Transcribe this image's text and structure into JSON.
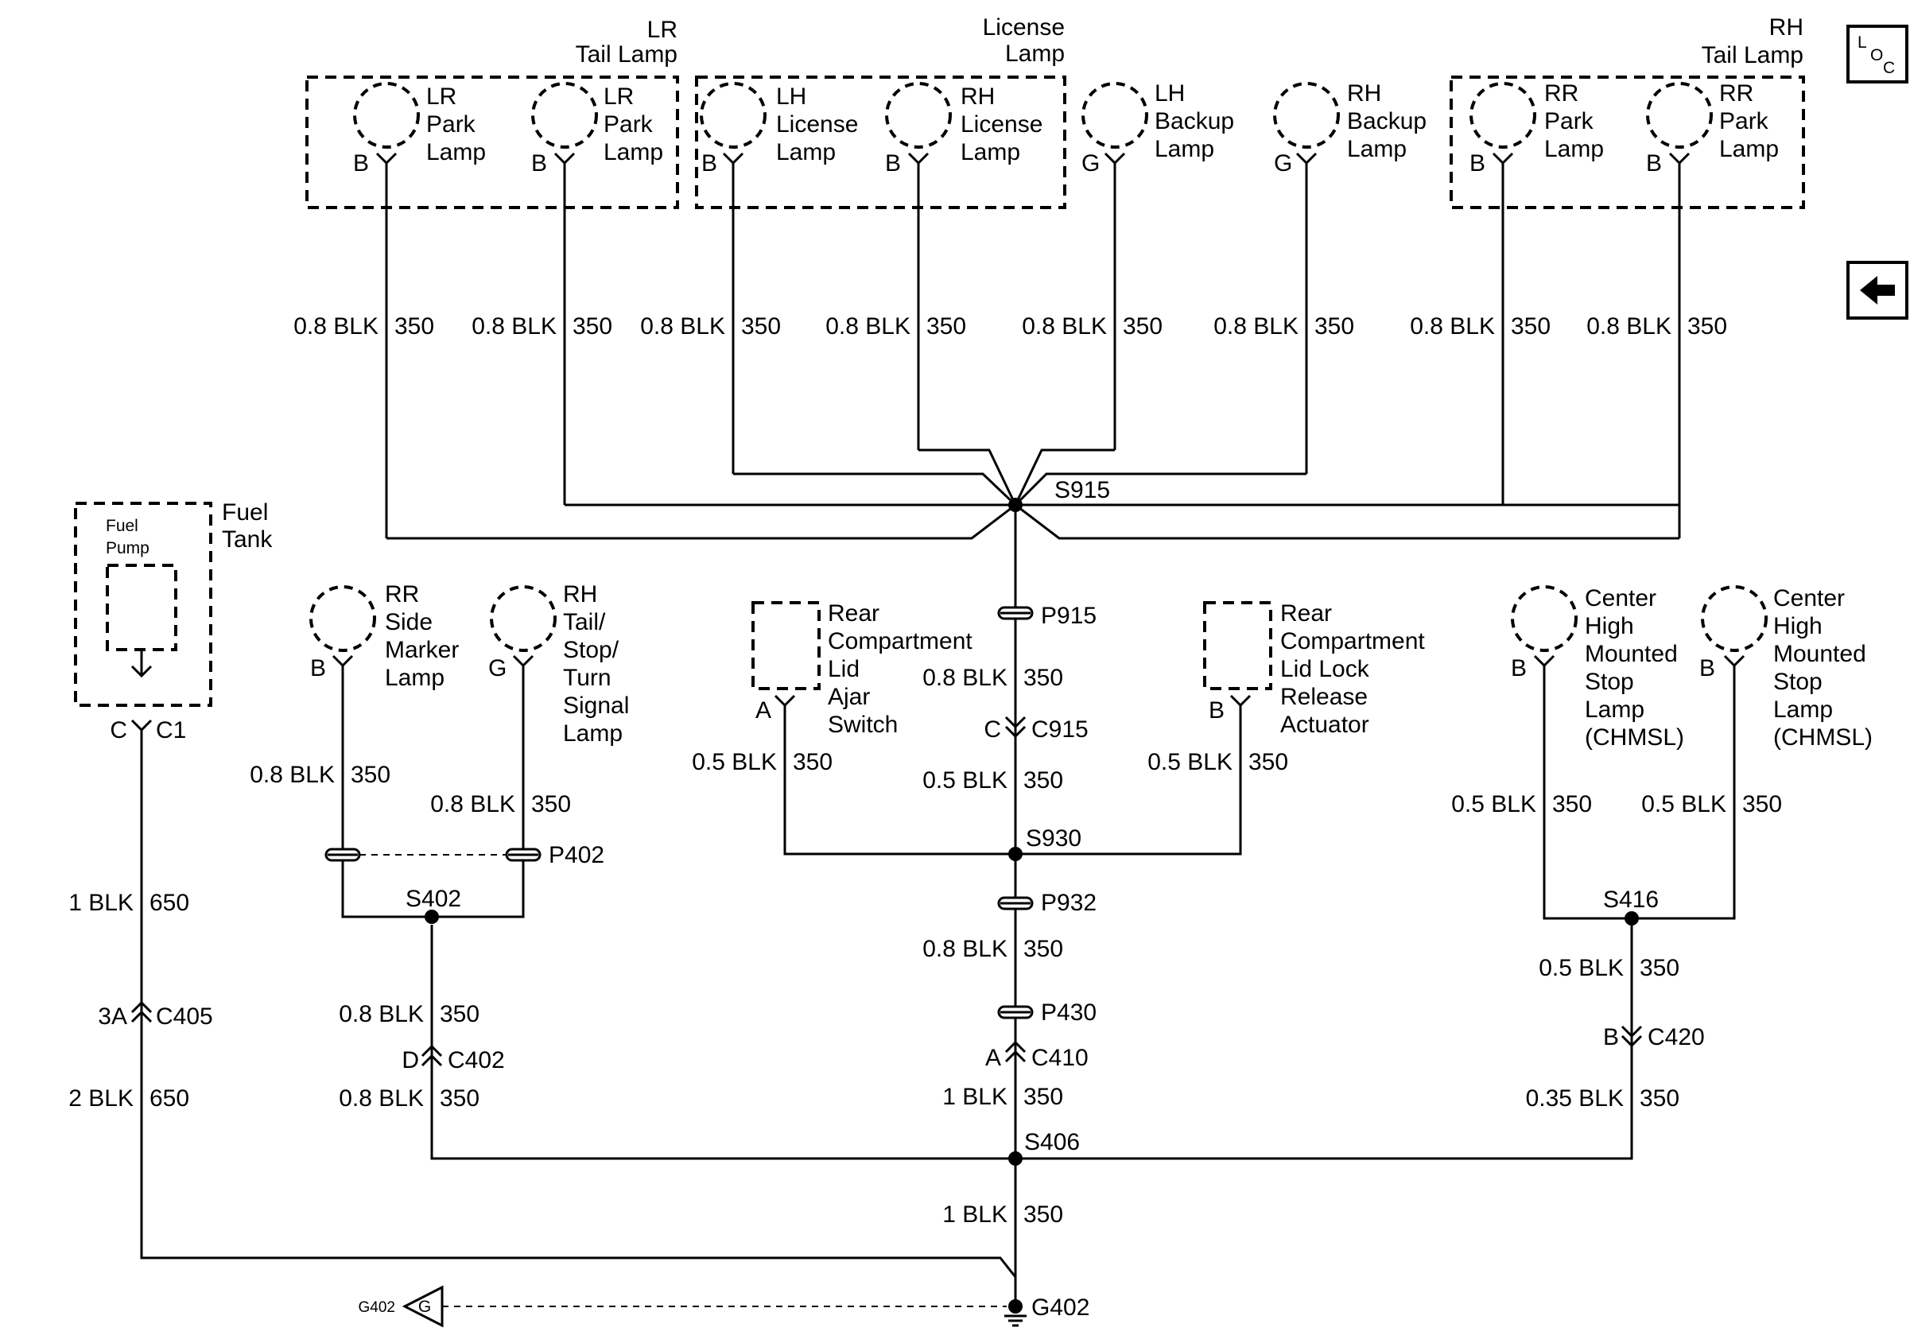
{
  "components": {
    "lr_tail_lamp": {
      "title": [
        "LR",
        "Tail Lamp"
      ]
    },
    "license_lamp": {
      "title": [
        "License",
        "Lamp"
      ]
    },
    "rh_tail_lamp": {
      "title": [
        "RH",
        "Tail Lamp"
      ]
    },
    "lr_park_lamp_1": {
      "label": [
        "LR",
        "Park",
        "Lamp"
      ],
      "pin": "B"
    },
    "lr_park_lamp_2": {
      "label": [
        "LR",
        "Park",
        "Lamp"
      ],
      "pin": "B"
    },
    "lh_license_lamp": {
      "label": [
        "LH",
        "License",
        "Lamp"
      ],
      "pin": "B"
    },
    "rh_license_lamp": {
      "label": [
        "RH",
        "License",
        "Lamp"
      ],
      "pin": "B"
    },
    "lh_backup_lamp": {
      "label": [
        "LH",
        "Backup",
        "Lamp"
      ],
      "pin": "G"
    },
    "rh_backup_lamp": {
      "label": [
        "RH",
        "Backup",
        "Lamp"
      ],
      "pin": "G"
    },
    "rr_park_lamp_1": {
      "label": [
        "RR",
        "Park",
        "Lamp"
      ],
      "pin": "B"
    },
    "rr_park_lamp_2": {
      "label": [
        "RR",
        "Park",
        "Lamp"
      ],
      "pin": "B"
    },
    "fuel_tank": {
      "label": [
        "Fuel",
        "Tank"
      ],
      "pump": [
        "Fuel",
        "Pump"
      ],
      "pin_left": "C",
      "pin_right": "C1"
    },
    "rr_side_marker": {
      "label": [
        "RR",
        "Side",
        "Marker",
        "Lamp"
      ],
      "pin": "B"
    },
    "rh_tail_stop_turn": {
      "label": [
        "RH",
        "Tail/",
        "Stop/",
        "Turn",
        "Signal",
        "Lamp"
      ],
      "pin": "G"
    },
    "rear_comp_ajar_switch": {
      "label": [
        "Rear",
        "Compartment",
        "Lid",
        "Ajar",
        "Switch"
      ],
      "pin": "A"
    },
    "rear_comp_release_actuator": {
      "label": [
        "Rear",
        "Compartment",
        "Lid Lock",
        "Release",
        "Actuator"
      ],
      "pin": "B"
    },
    "chmsl_1": {
      "label": [
        "Center",
        "High",
        "Mounted",
        "Stop",
        "Lamp",
        "(CHMSL)"
      ],
      "pin": "B"
    },
    "chmsl_2": {
      "label": [
        "Center",
        "High",
        "Mounted",
        "Stop",
        "Lamp",
        "(CHMSL)"
      ],
      "pin": "B"
    }
  },
  "wire_labels": {
    "top": [
      "0.8 BLK",
      "0.8 BLK",
      "0.8 BLK",
      "0.8 BLK",
      "0.8 BLK",
      "0.8 BLK",
      "0.8 BLK",
      "0.8 BLK"
    ],
    "top_circuit": "350",
    "fuel_upper": {
      "gauge": "1 BLK",
      "circuit": "650"
    },
    "fuel_lower": {
      "gauge": "2 BLK",
      "circuit": "650"
    },
    "side_marker": {
      "gauge": "0.8 BLK",
      "circuit": "350"
    },
    "tail_stop": {
      "gauge": "0.8 BLK",
      "circuit": "350"
    },
    "s402_down_upper": {
      "gauge": "0.8 BLK",
      "circuit": "350"
    },
    "s402_down_lower": {
      "gauge": "0.8 BLK",
      "circuit": "350"
    },
    "center_p915": {
      "gauge": "0.8 BLK",
      "circuit": "350"
    },
    "center_c915": {
      "gauge": "0.5 BLK",
      "circuit": "350"
    },
    "ajar_switch": {
      "gauge": "0.5 BLK",
      "circuit": "350"
    },
    "release_actuator": {
      "gauge": "0.5 BLK",
      "circuit": "350"
    },
    "center_p932": {
      "gauge": "0.8 BLK",
      "circuit": "350"
    },
    "center_c410": {
      "gauge": "1 BLK",
      "circuit": "350"
    },
    "center_g402": {
      "gauge": "1 BLK",
      "circuit": "350"
    },
    "chmsl_1": {
      "gauge": "0.5 BLK",
      "circuit": "350"
    },
    "chmsl_2": {
      "gauge": "0.5 BLK",
      "circuit": "350"
    },
    "s416_down": {
      "gauge": "0.5 BLK",
      "circuit": "350"
    },
    "c420_down": {
      "gauge": "0.35 BLK",
      "circuit": "350"
    }
  },
  "splices": {
    "s915": "S915",
    "s930": "S930",
    "s402": "S402",
    "s416": "S416",
    "s406": "S406"
  },
  "connectors": {
    "p915": "P915",
    "c915": {
      "pin": "C",
      "name": "C915"
    },
    "p932": "P932",
    "p430": "P430",
    "c410": {
      "pin": "A",
      "name": "C410"
    },
    "p402": "P402",
    "c402": {
      "pin": "D",
      "name": "C402"
    },
    "c405": {
      "pin": "3A",
      "name": "C405"
    },
    "c420": {
      "pin": "B",
      "name": "C420"
    }
  },
  "ground": {
    "name": "G402",
    "ref_name": "G402",
    "ref_letter": "G"
  },
  "nav": {
    "loc_l": "L",
    "loc_o": "O",
    "loc_c": "C",
    "back": "back-arrow-icon"
  }
}
